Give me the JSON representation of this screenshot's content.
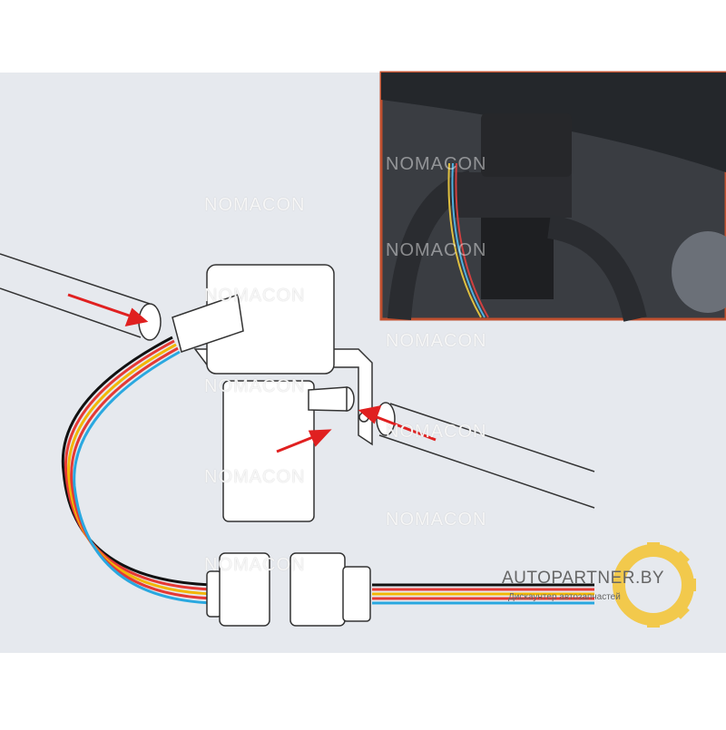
{
  "watermark": "NOMACON",
  "logo": {
    "name": "AUTOPARTNER.BY",
    "tagline": "Дискаунтер автозапчастей",
    "gear_color": "#f2c94c"
  },
  "colors": {
    "background": "#e6e9ee",
    "arrow": "#e02020",
    "wires": [
      "#111111",
      "#e53935",
      "#f2b705",
      "#e53935",
      "#29a8e0"
    ]
  }
}
